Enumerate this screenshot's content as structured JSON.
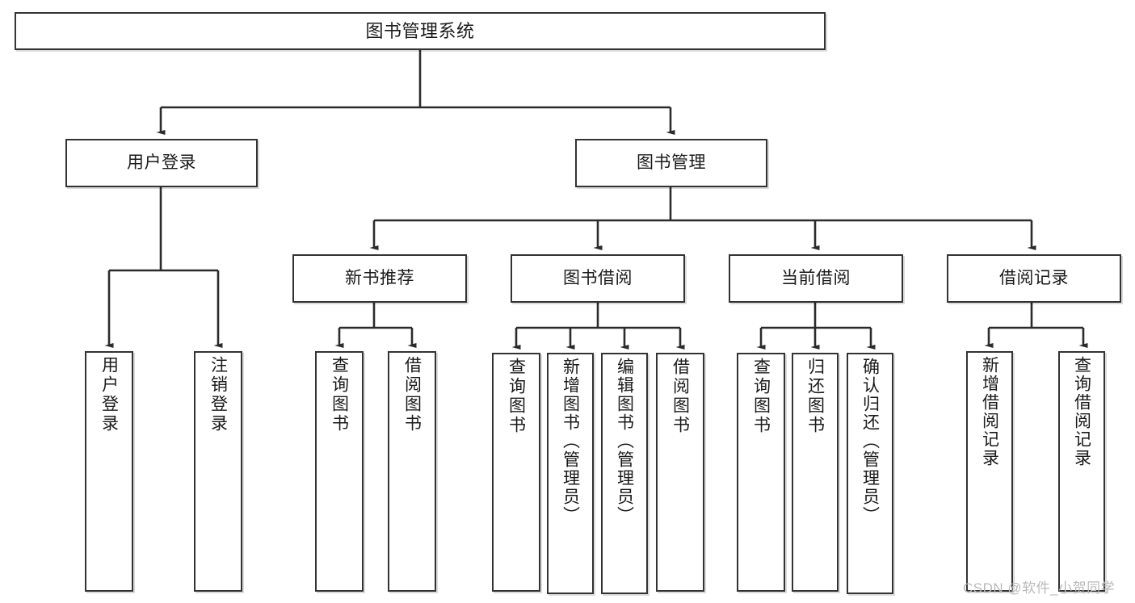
{
  "diagram": {
    "title": "图书管理系统",
    "type": "tree",
    "watermark": "CSDN @软件_小贺同学",
    "colors": {
      "stroke": "#333333",
      "fill": "#ffffff",
      "text": "#1a1a1a",
      "watermark": "#b9b9b9"
    },
    "levels": {
      "root": {
        "label": "图书管理系统"
      },
      "level1": [
        {
          "id": "user-login",
          "label": "用户登录"
        },
        {
          "id": "book-manage",
          "label": "图书管理"
        }
      ],
      "level2": [
        {
          "id": "new-book-recommend",
          "label": "新书推荐",
          "parent": "book-manage"
        },
        {
          "id": "book-borrow",
          "label": "图书借阅",
          "parent": "book-manage"
        },
        {
          "id": "current-borrow",
          "label": "当前借阅",
          "parent": "book-manage"
        },
        {
          "id": "borrow-record",
          "label": "借阅记录",
          "parent": "book-manage"
        }
      ],
      "leaves": [
        {
          "id": "leaf-user-login",
          "label": "用户登录",
          "parent": "user-login"
        },
        {
          "id": "leaf-logout-login",
          "label": "注销登录",
          "parent": "user-login"
        },
        {
          "id": "leaf-query-book-1",
          "label": "查询图书",
          "parent": "new-book-recommend"
        },
        {
          "id": "leaf-borrow-book-1",
          "label": "借阅图书",
          "parent": "new-book-recommend"
        },
        {
          "id": "leaf-query-book-2",
          "label": "查询图书",
          "parent": "book-borrow"
        },
        {
          "id": "leaf-add-book",
          "label": "新增图书（管理员）",
          "parent": "book-borrow"
        },
        {
          "id": "leaf-edit-book",
          "label": "编辑图书（管理员）",
          "parent": "book-borrow"
        },
        {
          "id": "leaf-borrow-book-2",
          "label": "借阅图书",
          "parent": "book-borrow"
        },
        {
          "id": "leaf-query-book-3",
          "label": "查询图书",
          "parent": "current-borrow"
        },
        {
          "id": "leaf-return-book",
          "label": "归还图书",
          "parent": "current-borrow"
        },
        {
          "id": "leaf-confirm-return",
          "label": "确认归还（管理员）",
          "parent": "current-borrow"
        },
        {
          "id": "leaf-add-record",
          "label": "新增借阅记录",
          "parent": "borrow-record"
        },
        {
          "id": "leaf-query-record",
          "label": "查询借阅记录",
          "parent": "borrow-record"
        }
      ]
    }
  }
}
